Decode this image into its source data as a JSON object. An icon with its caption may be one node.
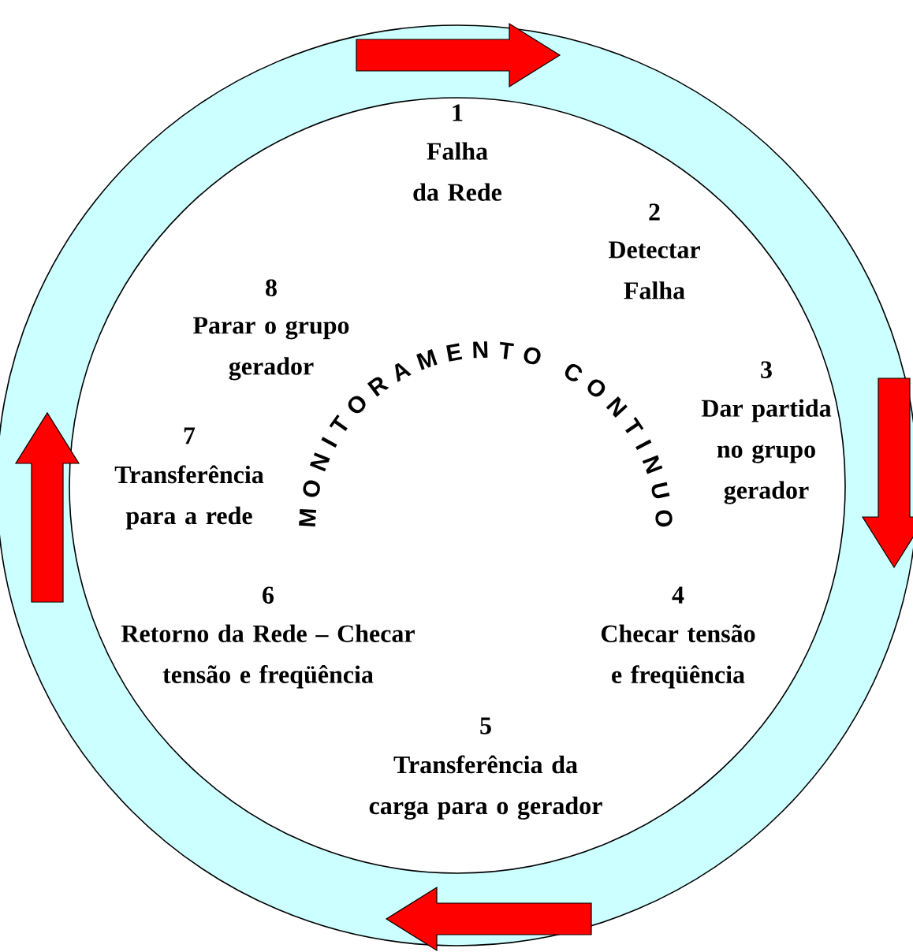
{
  "diagram": {
    "labels": [
      "1",
      "Falha da Rede",
      "2",
      "Detectar Falha",
      "3",
      "Dar partida no grupo gerador",
      "4",
      "Checar tensão e freqüência",
      "5",
      "Transferência da carga para o gerador",
      "6",
      "Retorno da Rede – Checar tensão e freqüência",
      "7",
      "Transferência para a rede",
      "8",
      "Parar o grupo gerador",
      "MONITORAMENTO CONTINUO"
    ]
  }
}
